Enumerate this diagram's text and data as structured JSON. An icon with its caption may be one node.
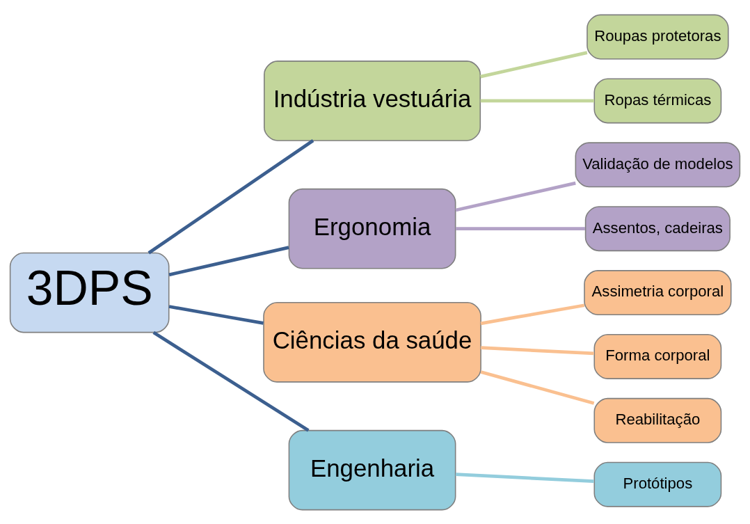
{
  "diagram": {
    "nodes": [
      {
        "text": [
          "3DPS"
        ]
      },
      {
        "text": [
          "Indústria vestuária"
        ]
      },
      {
        "text": [
          "Roupas protetoras"
        ]
      },
      {
        "text": [
          "Ropas térmicas"
        ]
      },
      {
        "text": [
          "Ergonomia"
        ]
      },
      {
        "text": [
          "Validação de modelos"
        ]
      },
      {
        "text": [
          "Assentos, cadeiras"
        ]
      },
      {
        "text": [
          "Ciências da saúde"
        ]
      },
      {
        "text": [
          "Assimetria corporal"
        ]
      },
      {
        "text": [
          "Forma corporal"
        ]
      },
      {
        "text": [
          "Reabilitação"
        ]
      },
      {
        "text": [
          "Engenharia"
        ]
      },
      {
        "text": [
          "Protótipos"
        ]
      }
    ],
    "edges": [
      {
        "from": 0,
        "to": 1,
        "arrow": "none",
        "color": "#3c5f8f"
      },
      {
        "from": 1,
        "to": 2,
        "arrow": "none",
        "color": "#c3d69b"
      },
      {
        "from": 1,
        "to": 3,
        "arrow": "none",
        "color": "#c3d69b"
      },
      {
        "from": 0,
        "to": 4,
        "arrow": "none",
        "color": "#3c5f8f"
      },
      {
        "from": 4,
        "to": 5,
        "arrow": "none",
        "color": "#b3a2c7"
      },
      {
        "from": 4,
        "to": 6,
        "arrow": "none",
        "color": "#b3a2c7"
      },
      {
        "from": 0,
        "to": 7,
        "arrow": "none",
        "color": "#3c5f8f"
      },
      {
        "from": 7,
        "to": 8,
        "arrow": "none",
        "color": "#fac090"
      },
      {
        "from": 7,
        "to": 9,
        "arrow": "none",
        "color": "#fac090"
      },
      {
        "from": 7,
        "to": 10,
        "arrow": "none",
        "color": "#fac090"
      },
      {
        "from": 0,
        "to": 11,
        "arrow": "none",
        "color": "#3c5f8f"
      },
      {
        "from": 11,
        "to": 12,
        "arrow": "none",
        "color": "#93cddd"
      }
    ]
  }
}
